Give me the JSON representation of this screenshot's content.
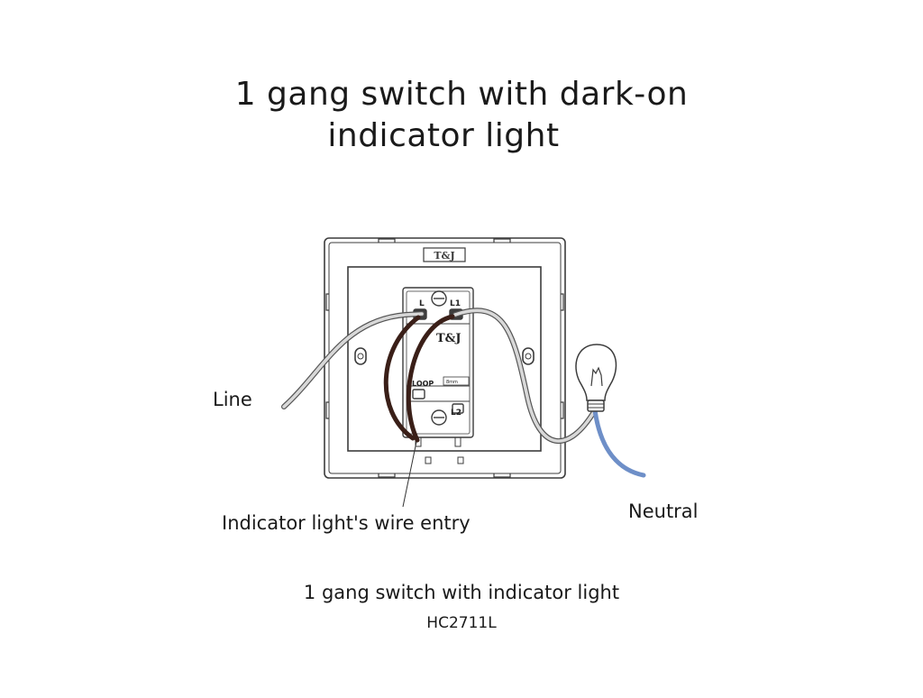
{
  "title": {
    "line1": "1 gang switch with dark-on",
    "line2": "indicator light"
  },
  "labels": {
    "line": "Line",
    "neutral": "Neutral",
    "wire_entry": "Indicator light's wire entry"
  },
  "caption": "1 gang switch with indicator light",
  "model": "HC2711L",
  "switch_markings": {
    "brand": "T&J",
    "terminal_l": "L",
    "terminal_l1": "L1",
    "terminal_l2": "L2",
    "loop": "LOOP",
    "strip_length": "8mm"
  },
  "colors": {
    "line_wire": "#b5b5b5",
    "neutral_wire": "#6e8fc8",
    "internal_wire": "#3a1f18",
    "outline": "#3c3c3c"
  }
}
